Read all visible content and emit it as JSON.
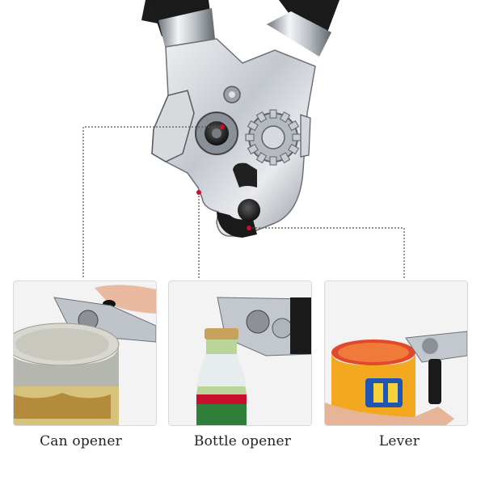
{
  "product": {
    "name": "can-opener-tool",
    "colors": {
      "steel": "#c9cdd2",
      "steel_dark": "#7d838a",
      "handle_black": "#1a1a1a",
      "callout_dot": "#c8102e",
      "callout_line": "#555555"
    }
  },
  "features": [
    {
      "label": "Can opener",
      "icon": "can-opener-photo"
    },
    {
      "label": "Bottle opener",
      "icon": "bottle-opener-photo"
    },
    {
      "label": "Lever",
      "icon": "lever-photo"
    }
  ]
}
